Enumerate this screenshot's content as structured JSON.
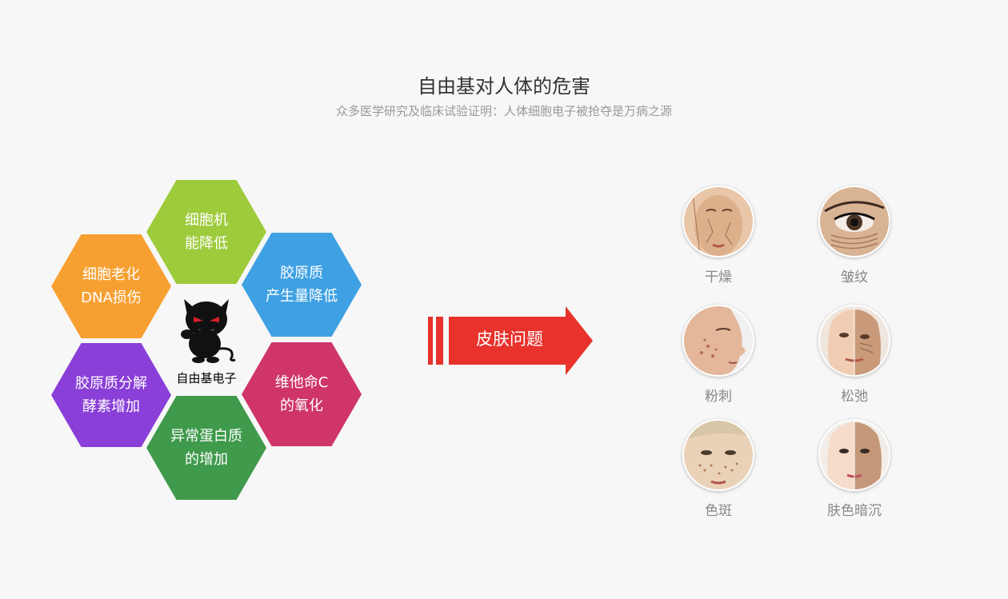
{
  "header": {
    "title": "自由基对人体的危害",
    "subtitle": "众多医学研究及临床试验证明：人体细胞电子被抢夺是万病之源"
  },
  "hexagons": [
    {
      "id": "cell-function",
      "label": "细胞机\n能降低",
      "color": "#9ecb3c"
    },
    {
      "id": "cell-aging",
      "label": "细胞老化\nDNA损伤",
      "color": "#f7a032"
    },
    {
      "id": "collagen-production",
      "label": "胶原质\n产生量降低",
      "color": "#3fa1e3"
    },
    {
      "id": "collagen-enzyme",
      "label": "胶原质分解\n酵素增加",
      "color": "#8a3fd8"
    },
    {
      "id": "vitamin-c",
      "label": "维他命C\n的氧化",
      "color": "#cf346a"
    },
    {
      "id": "abnormal-protein",
      "label": "异常蛋白质\n的增加",
      "color": "#3f9a4c"
    }
  ],
  "center": {
    "label": "自由基电子",
    "icon": "devil-icon"
  },
  "arrow": {
    "label": "皮肤问题",
    "color": "#e8322b"
  },
  "skin_issues": [
    {
      "id": "dry",
      "label": "干燥",
      "icon": "dry-skin-face-icon"
    },
    {
      "id": "wrinkle",
      "label": "皱纹",
      "icon": "wrinkled-eye-icon"
    },
    {
      "id": "acne",
      "label": "粉刺",
      "icon": "acne-face-icon"
    },
    {
      "id": "sagging",
      "label": "松弛",
      "icon": "sagging-face-icon"
    },
    {
      "id": "spots",
      "label": "色斑",
      "icon": "freckled-face-icon"
    },
    {
      "id": "dull",
      "label": "肤色暗沉",
      "icon": "dull-skin-face-icon"
    }
  ]
}
